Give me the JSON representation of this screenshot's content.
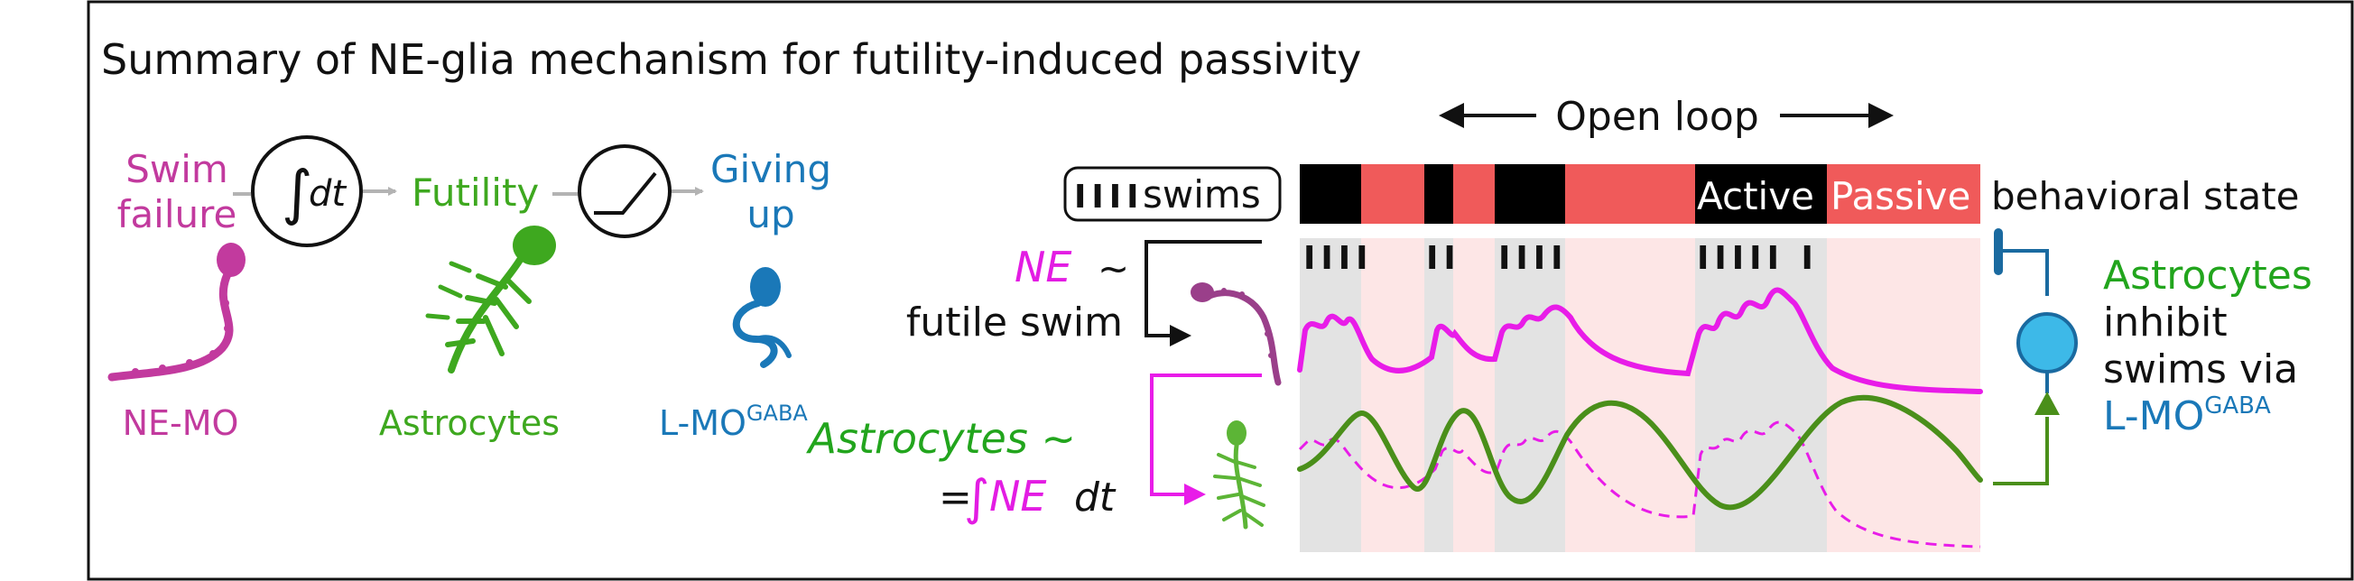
{
  "title": "Summary of NE-glia mechanism for futility-induced passivity",
  "pipeline": {
    "swim_failure": [
      "Swim",
      "failure"
    ],
    "integrator_symbol": "∫",
    "integrator_dt": "dt",
    "futility": "Futility",
    "giving_up": [
      "Giving",
      "up"
    ]
  },
  "cells": {
    "ne_mo": "NE-MO",
    "astrocytes": "Astrocytes",
    "lmo": "L-MO",
    "lmo_sup": "GABA"
  },
  "open_loop_label": "Open loop",
  "swims_legend": {
    "ticks": "IIII",
    "label": "swims"
  },
  "behavioral_state": {
    "active": "Active",
    "passive": "Passive",
    "label": "behavioral state"
  },
  "ne_relation": {
    "ne": "NE",
    "tilde": "~",
    "futile_swim": "futile swim"
  },
  "astro_relation": {
    "astrocytes": "Astrocytes ~",
    "eq": "=",
    "integral": "∫",
    "ne": "NE",
    "dt": "dt"
  },
  "right_text": {
    "line1": "Astrocytes",
    "line2": "inhibit",
    "line3": "swims via",
    "line4": "L-MO",
    "line4_sup": "GABA"
  },
  "timeline": {
    "state_blocks": [
      "active",
      "passive",
      "active",
      "passive",
      "active",
      "passive",
      "active",
      "passive"
    ],
    "swim_tick_groups": [
      "IIII",
      "II",
      "IIII",
      "IIIII I"
    ]
  },
  "colors": {
    "active_bar": "#000000",
    "passive_bar": "#f05a5a",
    "active_band": "#e3e3e3",
    "passive_band": "#fde6e6",
    "ne_trace": "#e81ce8",
    "astro_trace": "#4a8f1a",
    "swim_failure_text": "#c23a9e",
    "futility_text": "#3ea81f",
    "giving_up_text": "#1a78b8",
    "lmo_cell": "#3db9e8",
    "arrow_gray": "#b3b3b3"
  }
}
